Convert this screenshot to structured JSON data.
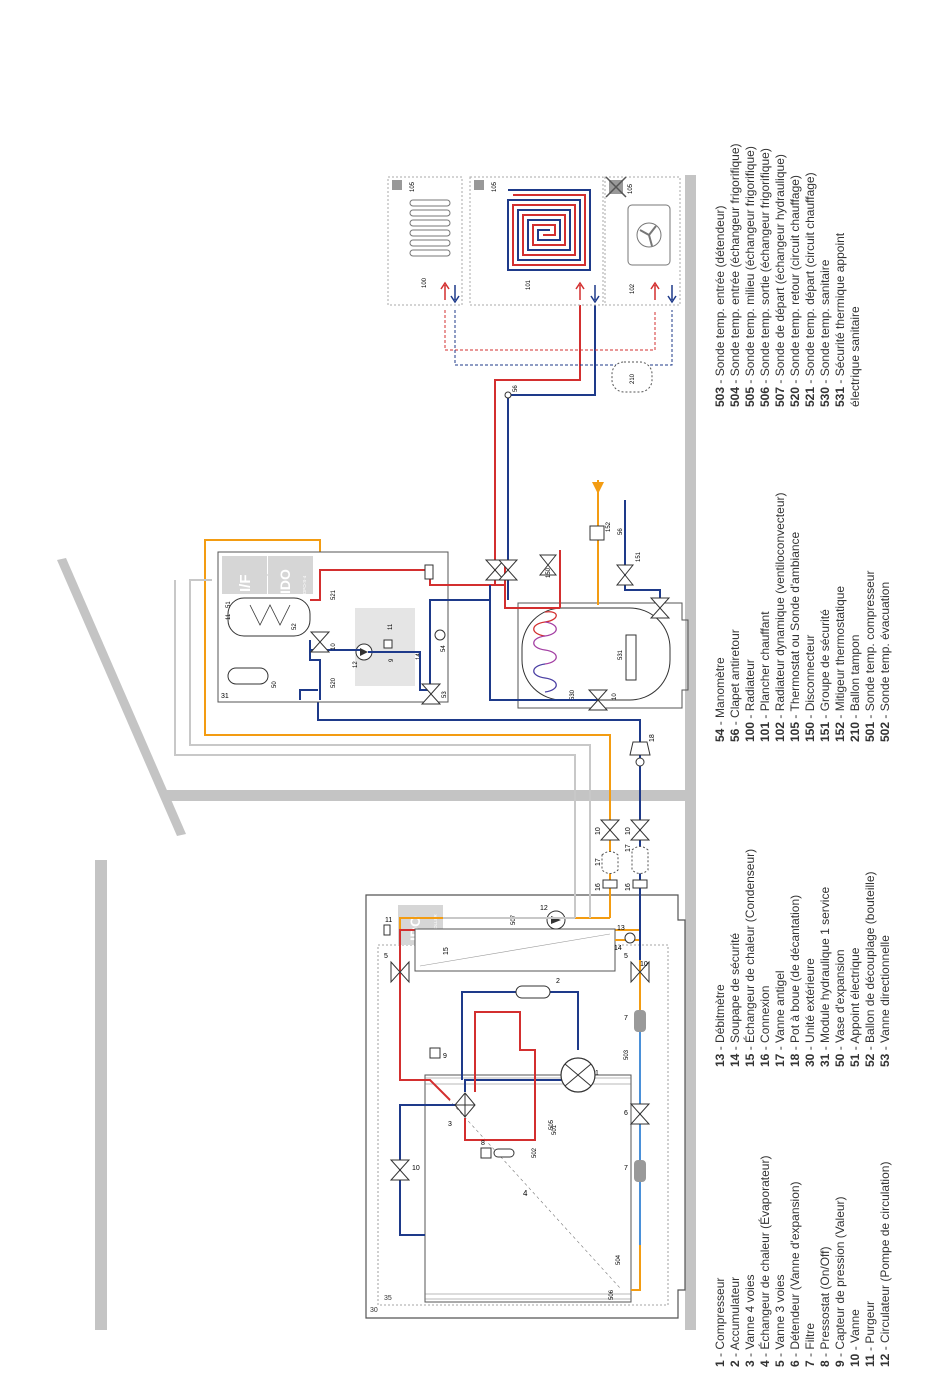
{
  "diagram": {
    "module_labels": {
      "if_box": "I/F",
      "ido_indoor": "IDO",
      "ido_indoor_sub": "DPO-S-4",
      "ido_outdoor": "IDO",
      "ido_outdoor_sub": "CONTROLLER"
    },
    "component_tags": {
      "n1": "1",
      "n2": "2",
      "n3": "3",
      "n4": "4",
      "n5a": "5",
      "n5b": "5",
      "n6": "6",
      "n7a": "7",
      "n7b": "7",
      "n8": "8",
      "n9a": "9",
      "n9b": "9",
      "n10a": "10",
      "n10b": "10",
      "n10c": "10",
      "n10d": "10",
      "n10e": "10",
      "n10f": "10",
      "n11a": "11",
      "n11b": "11",
      "n11c": "11",
      "n12a": "12",
      "n12b": "12",
      "n13": "13",
      "n14a": "14",
      "n14b": "14",
      "n15": "15",
      "n16a": "16",
      "n16b": "16",
      "n17a": "17",
      "n17b": "17",
      "n18": "18",
      "n30": "30",
      "n31": "31",
      "n35": "35",
      "n50": "50",
      "n51": "51",
      "n52": "52",
      "n53": "53",
      "n54": "54",
      "n56a": "56",
      "n56b": "56",
      "n100": "100",
      "n101": "101",
      "n102": "102",
      "n105a": "105",
      "n105b": "105",
      "n105c": "105",
      "n150": "150",
      "n151": "151",
      "n152": "152",
      "n210": "210",
      "n501": "501",
      "n502": "502",
      "n503": "503",
      "n504": "504",
      "n505": "505",
      "n506": "506",
      "n507": "507",
      "n520": "520",
      "n521": "521",
      "n530": "530",
      "n531": "531"
    },
    "colors": {
      "hot": "#d32f2f",
      "cold": "#1e3a8a",
      "glycol": "#f39c12",
      "signal": "#c8c8c8",
      "wall": "#c4c4c4",
      "frame": "#555555",
      "water": "#4a90d9"
    },
    "icons": [
      "radiator-icon",
      "floor-heating-coil-icon",
      "fan-coil-icon",
      "thermostat-icon",
      "pump-icon",
      "compressor-icon",
      "valve-icon",
      "expansion-vessel-icon",
      "tank-icon"
    ]
  },
  "legend": {
    "col1": [
      {
        "num": "1",
        "text": "Compresseur"
      },
      {
        "num": "2",
        "text": "Accumulateur"
      },
      {
        "num": "3",
        "text": "Vanne 4 voies"
      },
      {
        "num": "4",
        "text": "Échangeur de chaleur (Évaporateur)"
      },
      {
        "num": "5",
        "text": "Vanne 3 voies"
      },
      {
        "num": "6",
        "text": "Détendeur (Vanne d'expansion)"
      },
      {
        "num": "7",
        "text": "Filtre"
      },
      {
        "num": "8",
        "text": "Pressostat (On/Off)"
      },
      {
        "num": "9",
        "text": "Capteur de pression (Valeur)"
      },
      {
        "num": "10",
        "text": "Vanne"
      },
      {
        "num": "11",
        "text": "Purgeur"
      },
      {
        "num": "12",
        "text": "Circulateur (Pompe de circulation)"
      }
    ],
    "col2": [
      {
        "num": "13",
        "text": "Débitmètre"
      },
      {
        "num": "14",
        "text": "Soupape de sécurité"
      },
      {
        "num": "15",
        "text": "Échangeur de chaleur (Condenseur)"
      },
      {
        "num": "16",
        "text": "Connexion"
      },
      {
        "num": "17",
        "text": "Vanne antigel"
      },
      {
        "num": "18",
        "text": "Pot à boue (de décantation)"
      },
      {
        "num": "30",
        "text": "Unité extérieure"
      },
      {
        "num": "31",
        "text": "Module hydraulique 1 service"
      },
      {
        "num": "50",
        "text": "Vase d'expansion"
      },
      {
        "num": "51",
        "text": "Appoint électrique"
      },
      {
        "num": "52",
        "text": "Ballon de découplage (bouteille)"
      },
      {
        "num": "53",
        "text": "Vanne directionnelle"
      }
    ],
    "col3": [
      {
        "num": "54",
        "text": "Manomètre"
      },
      {
        "num": "56",
        "text": "Clapet antiretour"
      },
      {
        "num": "100",
        "text": "Radiateur"
      },
      {
        "num": "101",
        "text": "Plancher chauffant"
      },
      {
        "num": "102",
        "text": "Radiateur dynamique (ventiloconvecteur)"
      },
      {
        "num": "105",
        "text": "Thermostat ou Sonde d'ambiance"
      },
      {
        "num": "150",
        "text": "Disconnecteur"
      },
      {
        "num": "151",
        "text": "Groupe de sécurité"
      },
      {
        "num": "152",
        "text": "Mitigeur thermostatique"
      },
      {
        "num": "210",
        "text": "Ballon tampon"
      },
      {
        "num": "501",
        "text": "Sonde temp. compresseur"
      },
      {
        "num": "502",
        "text": "Sonde temp. évacuation"
      }
    ],
    "col4": [
      {
        "num": "503",
        "text": "Sonde temp. entrée (détendeur)"
      },
      {
        "num": "504",
        "text": "Sonde temp. entrée (échangeur frigorifique)"
      },
      {
        "num": "505",
        "text": "Sonde temp. milieu (échangeur frigorifique)"
      },
      {
        "num": "506",
        "text": "Sonde temp. sortie (échangeur frigorifique)"
      },
      {
        "num": "507",
        "text": "Sonde de départ (échangeur hydraulique)"
      },
      {
        "num": "520",
        "text": "Sonde temp. retour (circuit chauffage)"
      },
      {
        "num": "521",
        "text": "Sonde temp. départ (circuit chauffage)"
      },
      {
        "num": "530",
        "text": "Sonde temp. sanitaire"
      },
      {
        "num": "531",
        "text": "Sécurité thermique appoint électrique sanitaire"
      }
    ]
  }
}
